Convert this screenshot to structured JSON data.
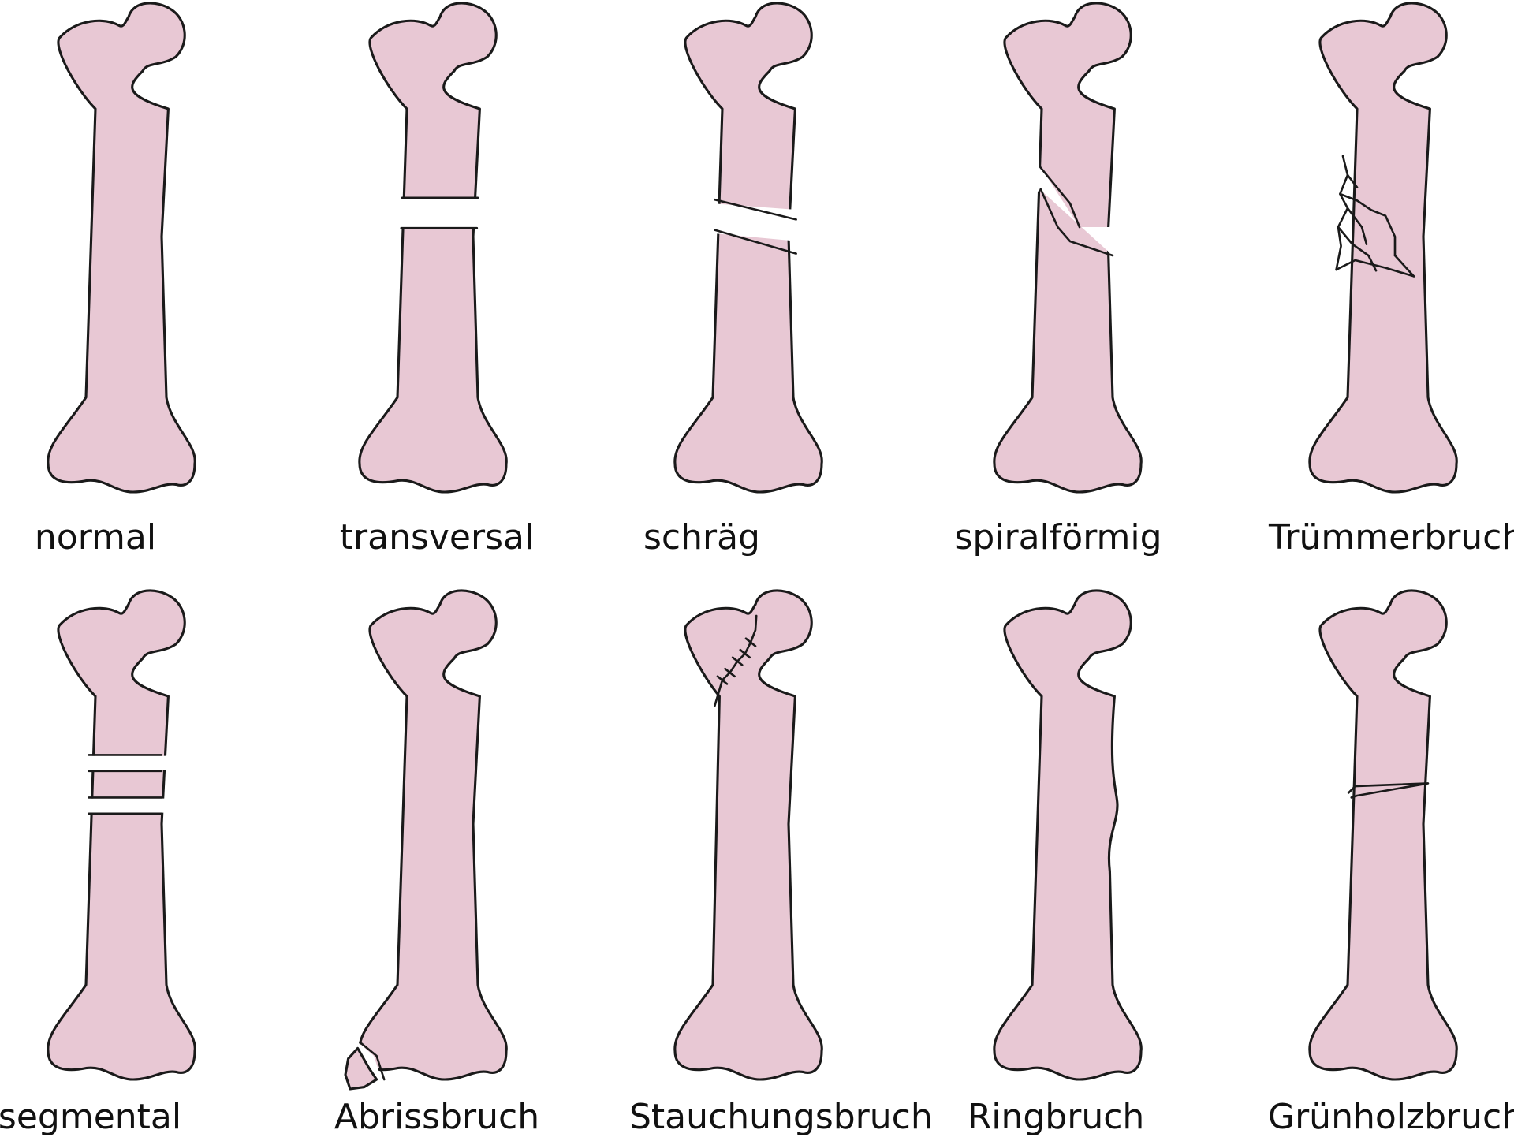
{
  "fracture_types": [
    {
      "label": "normal"
    },
    {
      "label": "transversal"
    },
    {
      "label": "schräg"
    },
    {
      "label": "spiralförmig"
    },
    {
      "label": "Trümmerbruch"
    },
    {
      "label": "segmental"
    },
    {
      "label": "Abrissbruch"
    },
    {
      "label": "Stauchungsbruch"
    },
    {
      "label": "Ringbruch"
    },
    {
      "label": "Grünholzbruch"
    }
  ],
  "colors": {
    "bone_fill": "#e8c8d4",
    "outline": "#1a1a1a",
    "text": "#111111",
    "background": "#ffffff"
  }
}
